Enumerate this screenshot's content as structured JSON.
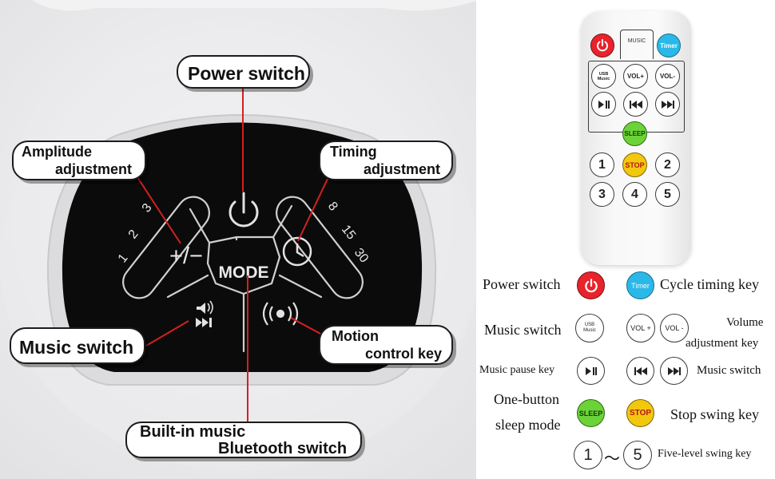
{
  "product_panel": {
    "callouts": {
      "power_switch": "Power switch",
      "amplitude_line1": "Amplitude",
      "amplitude_line2": "adjustment",
      "timing_line1": "Timing",
      "timing_line2": "adjustment",
      "music_switch": "Music switch",
      "motion_line1": "Motion",
      "motion_line2": "control key",
      "bluetooth_line1": "Built-in music",
      "bluetooth_line2": "Bluetooth switch"
    },
    "panel_labels": {
      "mode": "MODE",
      "amplitude_key": "+/−",
      "amp_level_1": "1",
      "amp_level_2": "2",
      "amp_level_3": "3",
      "timer_8": "8",
      "timer_15": "15",
      "timer_30": "30"
    },
    "colors": {
      "leader_line": "#d42020",
      "panel_black": "#0b0b0b"
    }
  },
  "remote": {
    "music_tab": "MUSIC",
    "buttons": {
      "timer": "Timer",
      "usb_line1": "USB",
      "usb_line2": "Music",
      "vol_up": "VOL+",
      "vol_down": "VOL-",
      "sleep": "SLEEP",
      "stop": "STOP",
      "n1": "1",
      "n2": "2",
      "n3": "3",
      "n4": "4",
      "n5": "5"
    },
    "colors": {
      "power": "#e8232b",
      "timer": "#29b8e8",
      "sleep": "#6bd337",
      "stop": "#f2c80e"
    }
  },
  "legend": {
    "power_switch": "Power switch",
    "cycle_timing": "Cycle timing key",
    "timer_btn": "Timer",
    "music_switch": "Music switch",
    "usb_line1": "USB",
    "usb_line2": "Music",
    "vol_up": "VOL +",
    "vol_down": "VOL -",
    "volume_line1": "Volume",
    "volume_line2": "adjustment key",
    "music_pause": "Music pause key",
    "music_switch_2": "Music switch",
    "sleep_line1": "One-button",
    "sleep_line2": "sleep mode",
    "sleep_btn": "SLEEP",
    "stop_btn": "STOP",
    "stop_swing": "Stop swing key",
    "one": "1",
    "tilde": "～",
    "five": "5",
    "five_level": "Five-level swing key"
  }
}
